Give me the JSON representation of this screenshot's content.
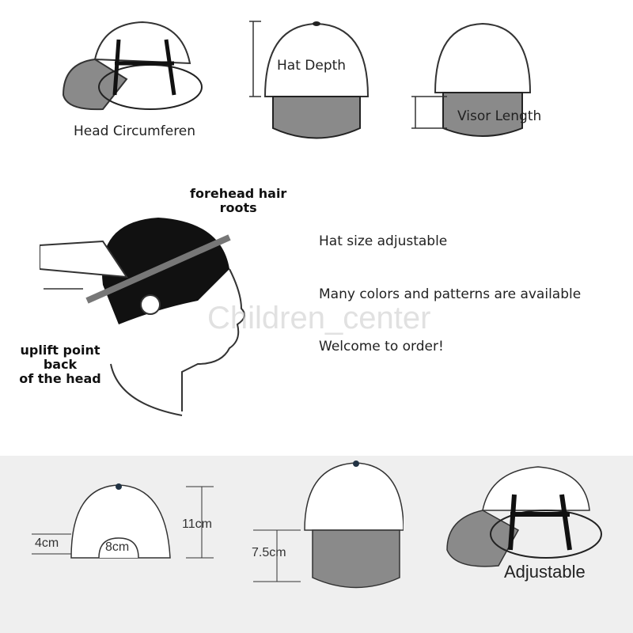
{
  "top_row": {
    "head_circumference": "Head Circumferen",
    "hat_depth": "Hat Depth",
    "visor_length": "Visor Length"
  },
  "middle": {
    "forehead_label": "forehead hair\nroots",
    "uplift_label": "uplift point\nback\nof the head",
    "watermark": "Children_center",
    "info": [
      "Hat size adjustable",
      "Many colors and patterns are available",
      "Welcome to order!"
    ]
  },
  "bottom_row": {
    "height": "11cm",
    "side": "4cm",
    "back_opening": "8cm",
    "visor": "7.5cm",
    "adjustable": "Adjustable"
  },
  "colors": {
    "visor": "#8a8a8a",
    "panel_bg": "#efefef",
    "hair": "#111111"
  }
}
